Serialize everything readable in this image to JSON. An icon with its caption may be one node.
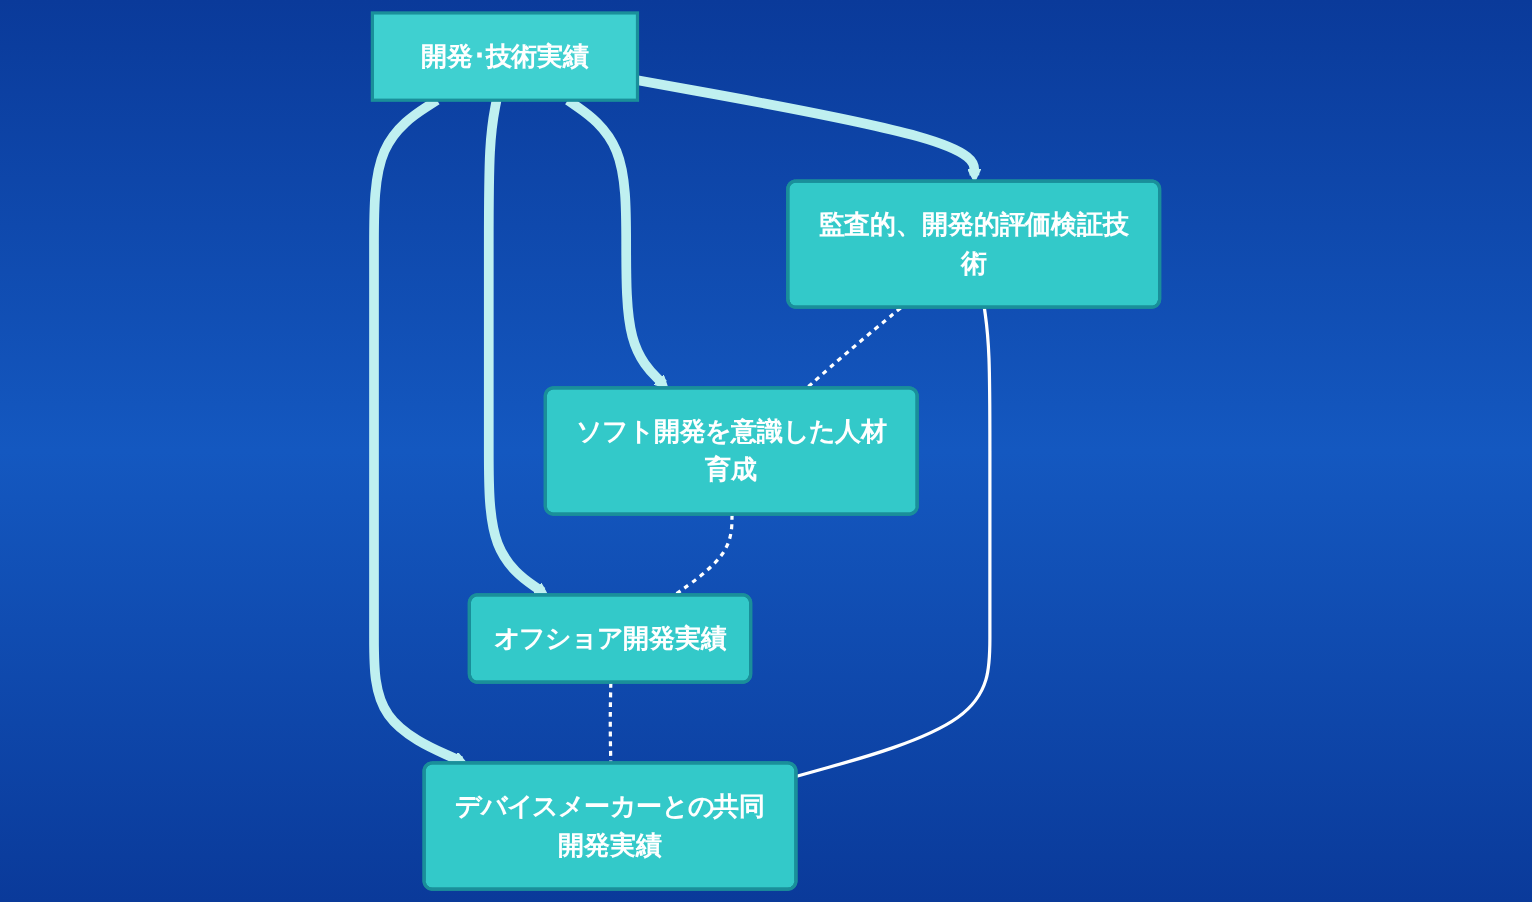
{
  "diagram": {
    "nodes": [
      {
        "text": [
          "監査的、開発的評価検証技術"
        ]
      },
      {
        "text": [
          "デバイスメーカーとの共同開発実績"
        ]
      },
      {
        "text": [
          "開発･技術実績"
        ]
      },
      {
        "text": [
          "ソフト開発を意識した人材育成"
        ]
      },
      {
        "text": [
          "オフショア開発実績"
        ]
      }
    ],
    "edges": [
      {
        "from": 2,
        "to": 0,
        "arrow": "to",
        "style": "thick"
      },
      {
        "from": 2,
        "to": 1,
        "arrow": "to",
        "style": "thick"
      },
      {
        "from": 2,
        "to": 3,
        "arrow": "to",
        "style": "thick"
      },
      {
        "from": 2,
        "to": 4,
        "arrow": "to",
        "style": "thick"
      },
      {
        "from": 0,
        "to": 3,
        "arrow": "none",
        "style": "dashed",
        "color": "#ffffff"
      },
      {
        "from": 3,
        "to": 4,
        "arrow": "none",
        "style": "dashed",
        "color": "#ffffff"
      },
      {
        "from": 4,
        "to": 1,
        "arrow": "none",
        "style": "dashed",
        "color": "#ffffff"
      },
      {
        "from": 1,
        "to": 0,
        "arrow": "none",
        "color": "#ffffff"
      }
    ]
  }
}
